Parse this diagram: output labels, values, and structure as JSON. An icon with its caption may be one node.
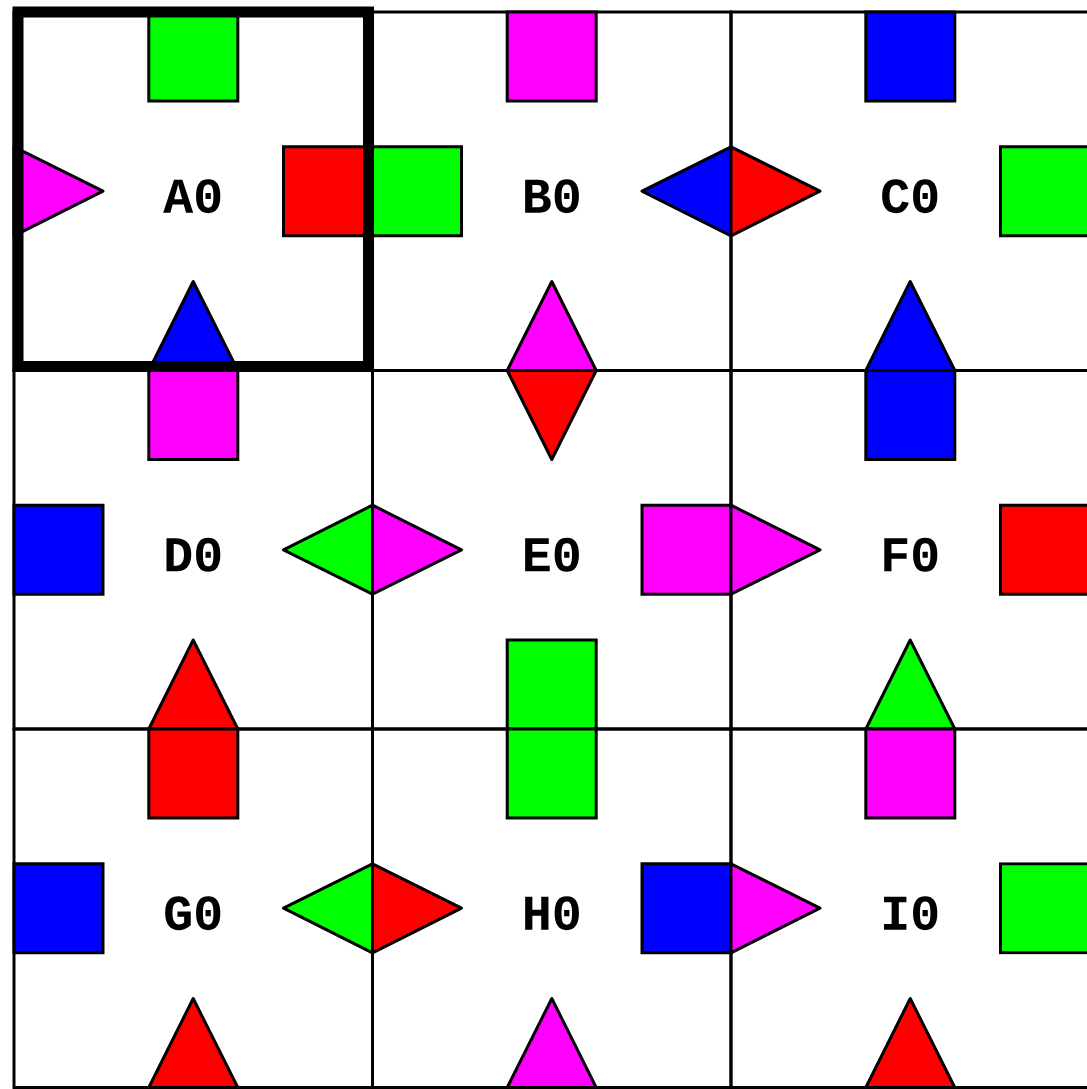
{
  "diagram": {
    "nodes": [
      {
        "text": [
          "A0"
        ]
      },
      {
        "text": [
          "B0"
        ]
      },
      {
        "text": [
          "C0"
        ]
      },
      {
        "text": [
          "D0"
        ]
      },
      {
        "text": [
          "E0"
        ]
      },
      {
        "text": [
          "F0"
        ]
      },
      {
        "text": [
          "G0"
        ]
      },
      {
        "text": [
          "H0"
        ]
      },
      {
        "text": [
          "I0"
        ]
      }
    ]
  }
}
